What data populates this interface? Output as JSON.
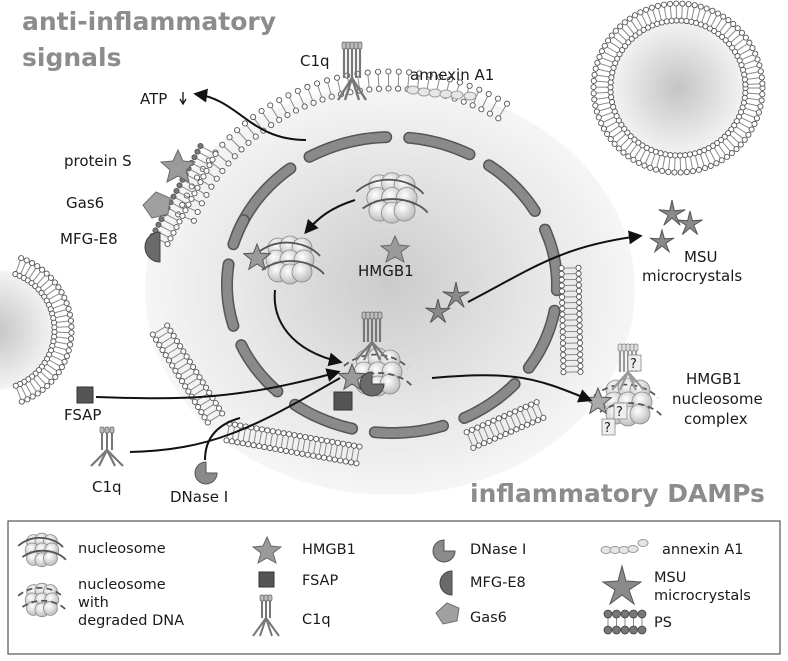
{
  "headings": {
    "anti_line1": "anti-inflammatory",
    "anti_line2": "signals",
    "damps": "inflammatory DAMPs"
  },
  "labels": {
    "c1q_top": "C1q",
    "annexin": "annexin A1",
    "atp": "ATP",
    "protein_s": "protein S",
    "gas6": "Gas6",
    "mfge8": "MFG-E8",
    "hmgb1": "HMGB1",
    "msu_line1": "MSU",
    "msu_line2": "microcrystals",
    "fsap": "FSAP",
    "c1q_bottom": "C1q",
    "dnase": "DNase I",
    "complex_line1": "HMGB1",
    "complex_line2": "nucleosome",
    "complex_line3": "complex",
    "question": "?"
  },
  "legend": {
    "nucleosome": "nucleosome",
    "degraded_line1": "nucleosome",
    "degraded_line2": "with",
    "degraded_line3": "degraded DNA",
    "hmgb1": "HMGB1",
    "fsap": "FSAP",
    "c1q": "C1q",
    "dnase": "DNase I",
    "mfge8": "MFG-E8",
    "gas6": "Gas6",
    "annexin": "annexin A1",
    "msu_line1": "MSU",
    "msu_line2": "microcrystals",
    "ps": "PS"
  },
  "colors": {
    "heading_gray": "#8c8c8c",
    "membrane_head": "#ffffff",
    "membrane_dark": "#777777",
    "nucleus_segment": "#7d7d7d",
    "fsap": "#555555",
    "star": "#8a8a8a",
    "cell_fill": "#d6d6d6"
  }
}
